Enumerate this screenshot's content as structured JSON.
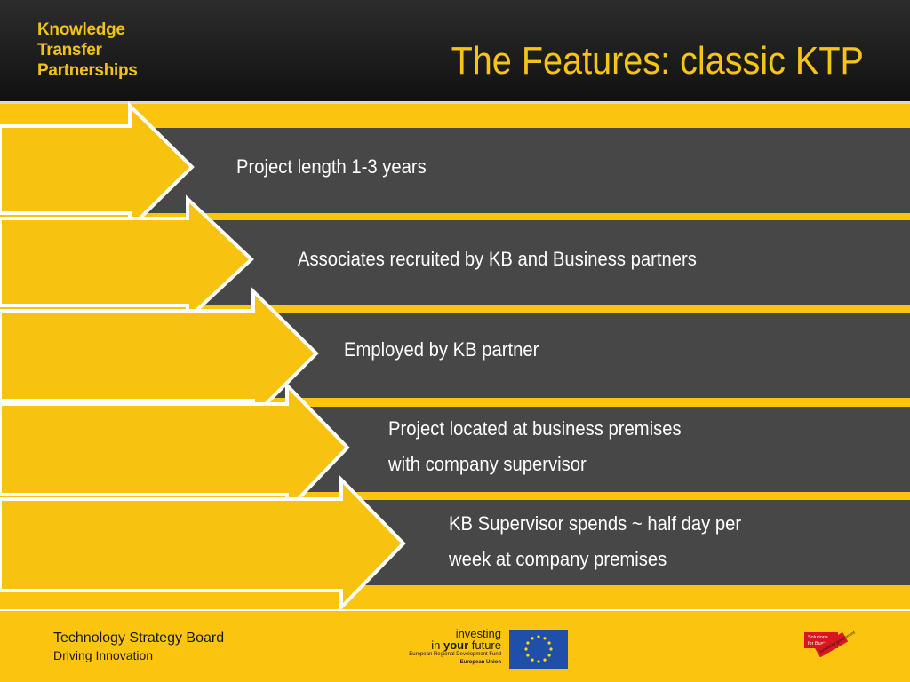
{
  "header": {
    "logo_lines": [
      "Knowledge",
      "Transfer",
      "Partnerships"
    ],
    "title": "The Features: classic KTP"
  },
  "features": [
    {
      "lines": [
        "Project length 1-3 years"
      ]
    },
    {
      "lines": [
        "Associates recruited by KB and Business partners"
      ]
    },
    {
      "lines": [
        "Employed by KB partner"
      ]
    },
    {
      "lines": [
        "Project located at business premises",
        "with company supervisor"
      ]
    },
    {
      "lines": [
        "KB Supervisor spends ~ half day per",
        "week at company premises"
      ]
    }
  ],
  "footer": {
    "org_name": "Technology Strategy Board",
    "org_tagline": "Driving Innovation",
    "investing_line1": "investing",
    "investing_line2_pre": "in ",
    "investing_line2_bold": "your",
    "investing_line2_post": " future",
    "fund_name": "European Regional Development Fund",
    "eu_name": "European Union",
    "sfb_line1": "Solutions",
    "sfb_line2": "for Business",
    "sfb_stamp": "funded by government"
  },
  "colors": {
    "accent_yellow": "#fbc40f",
    "band_grey": "#474747",
    "header_dark": "#1a1a1a",
    "title_yellow": "#f6c416",
    "eu_blue": "#1f4fa8",
    "sfb_red": "#d8161f"
  }
}
